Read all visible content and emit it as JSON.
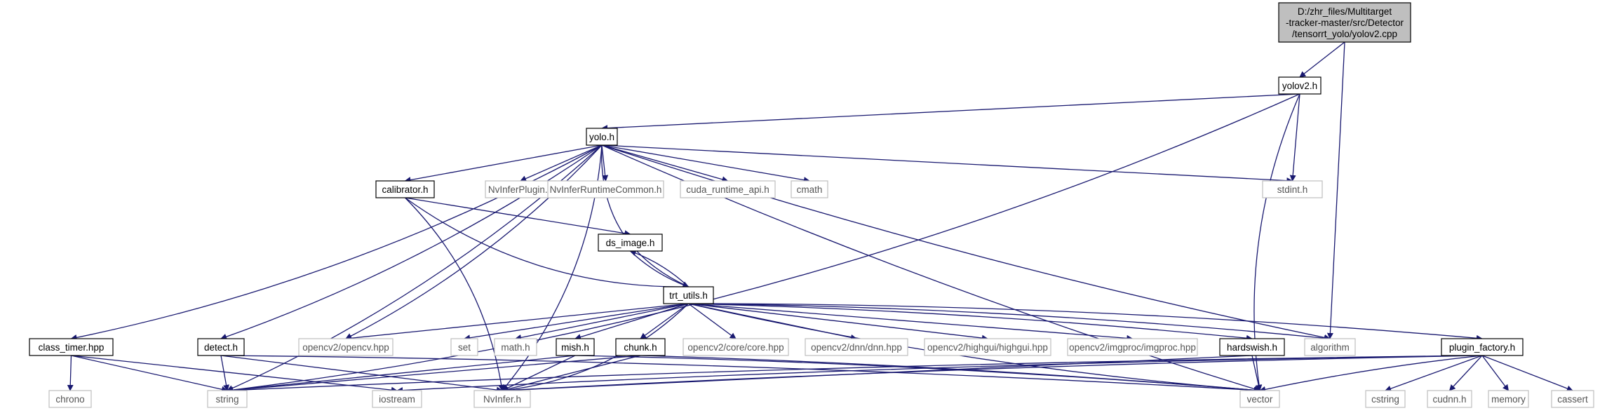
{
  "colors": {
    "edge": "#191970",
    "internal_border": "#000000",
    "external_border": "#bfbfbf",
    "root_fill": "#bfbfbf"
  },
  "nodes": [
    {
      "id": "root",
      "lines": [
        "D:/zhr_files/Multitarget",
        "-tracker-master/src/Detector",
        "/tensorrt_yolo/yolov2.cpp"
      ],
      "kind": "root"
    },
    {
      "id": "yolov2_h",
      "lines": [
        "yolov2.h"
      ],
      "kind": "internal"
    },
    {
      "id": "yolo_h",
      "lines": [
        "yolo.h"
      ],
      "kind": "internal"
    },
    {
      "id": "calibrator_h",
      "lines": [
        "calibrator.h"
      ],
      "kind": "internal"
    },
    {
      "id": "nvinferplugin_h",
      "lines": [
        "NvInferPlugin.h"
      ],
      "kind": "external"
    },
    {
      "id": "nvinferruntimecommon_h",
      "lines": [
        "NvInferRuntimeCommon.h"
      ],
      "kind": "external"
    },
    {
      "id": "cuda_runtime_api_h",
      "lines": [
        "cuda_runtime_api.h"
      ],
      "kind": "external"
    },
    {
      "id": "cmath",
      "lines": [
        "cmath"
      ],
      "kind": "external"
    },
    {
      "id": "stdint_h",
      "lines": [
        "stdint.h"
      ],
      "kind": "external"
    },
    {
      "id": "ds_image_h",
      "lines": [
        "ds_image.h"
      ],
      "kind": "internal"
    },
    {
      "id": "trt_utils_h",
      "lines": [
        "trt_utils.h"
      ],
      "kind": "internal"
    },
    {
      "id": "class_timer_hpp",
      "lines": [
        "class_timer.hpp"
      ],
      "kind": "internal"
    },
    {
      "id": "opencv_hpp",
      "lines": [
        "opencv2/opencv.hpp"
      ],
      "kind": "external"
    },
    {
      "id": "detect_h",
      "lines": [
        "detect.h"
      ],
      "kind": "internal"
    },
    {
      "id": "set",
      "lines": [
        "set"
      ],
      "kind": "external"
    },
    {
      "id": "math_h",
      "lines": [
        "math.h"
      ],
      "kind": "external"
    },
    {
      "id": "mish_h",
      "lines": [
        "mish.h"
      ],
      "kind": "internal"
    },
    {
      "id": "chunk_h",
      "lines": [
        "chunk.h"
      ],
      "kind": "internal"
    },
    {
      "id": "core_hpp",
      "lines": [
        "opencv2/core/core.hpp"
      ],
      "kind": "external"
    },
    {
      "id": "dnn_hpp",
      "lines": [
        "opencv2/dnn/dnn.hpp"
      ],
      "kind": "external"
    },
    {
      "id": "highgui_hpp",
      "lines": [
        "opencv2/highgui/highgui.hpp"
      ],
      "kind": "external"
    },
    {
      "id": "imgproc_hpp",
      "lines": [
        "opencv2/imgproc/imgproc.hpp"
      ],
      "kind": "external"
    },
    {
      "id": "hardswish_h",
      "lines": [
        "hardswish.h"
      ],
      "kind": "internal"
    },
    {
      "id": "algorithm",
      "lines": [
        "algorithm"
      ],
      "kind": "external"
    },
    {
      "id": "plugin_factory_h",
      "lines": [
        "plugin_factory.h"
      ],
      "kind": "internal"
    },
    {
      "id": "chrono",
      "lines": [
        "chrono"
      ],
      "kind": "external"
    },
    {
      "id": "string",
      "lines": [
        "string"
      ],
      "kind": "external"
    },
    {
      "id": "iostream",
      "lines": [
        "iostream"
      ],
      "kind": "external"
    },
    {
      "id": "nvinfer_h",
      "lines": [
        "NvInfer.h"
      ],
      "kind": "external"
    },
    {
      "id": "vector",
      "lines": [
        "vector"
      ],
      "kind": "external"
    },
    {
      "id": "cstring",
      "lines": [
        "cstring"
      ],
      "kind": "external"
    },
    {
      "id": "cudnn_h",
      "lines": [
        "cudnn.h"
      ],
      "kind": "external"
    },
    {
      "id": "memory",
      "lines": [
        "memory"
      ],
      "kind": "external"
    },
    {
      "id": "cassert",
      "lines": [
        "cassert"
      ],
      "kind": "external"
    }
  ],
  "edges": [
    [
      "root",
      "yolov2_h"
    ],
    [
      "root",
      "algorithm"
    ],
    [
      "yolov2_h",
      "yolo_h"
    ],
    [
      "yolov2_h",
      "string"
    ],
    [
      "yolov2_h",
      "stdint_h"
    ],
    [
      "yolov2_h",
      "vector"
    ],
    [
      "yolo_h",
      "calibrator_h"
    ],
    [
      "yolo_h",
      "nvinferplugin_h"
    ],
    [
      "yolo_h",
      "nvinferruntimecommon_h"
    ],
    [
      "yolo_h",
      "cuda_runtime_api_h"
    ],
    [
      "yolo_h",
      "cmath"
    ],
    [
      "yolo_h",
      "stdint_h"
    ],
    [
      "yolo_h",
      "trt_utils_h"
    ],
    [
      "yolo_h",
      "class_timer_hpp"
    ],
    [
      "yolo_h",
      "opencv_hpp"
    ],
    [
      "yolo_h",
      "detect_h"
    ],
    [
      "yolo_h",
      "string"
    ],
    [
      "yolo_h",
      "nvinfer_h"
    ],
    [
      "yolo_h",
      "algorithm"
    ],
    [
      "yolo_h",
      "vector"
    ],
    [
      "calibrator_h",
      "ds_image_h"
    ],
    [
      "calibrator_h",
      "trt_utils_h"
    ],
    [
      "calibrator_h",
      "nvinfer_h"
    ],
    [
      "ds_image_h",
      "trt_utils_h"
    ],
    [
      "trt_utils_h",
      "ds_image_h"
    ],
    [
      "trt_utils_h",
      "opencv_hpp"
    ],
    [
      "trt_utils_h",
      "set"
    ],
    [
      "trt_utils_h",
      "math_h"
    ],
    [
      "trt_utils_h",
      "mish_h"
    ],
    [
      "trt_utils_h",
      "chunk_h"
    ],
    [
      "trt_utils_h",
      "core_hpp"
    ],
    [
      "trt_utils_h",
      "dnn_hpp"
    ],
    [
      "trt_utils_h",
      "highgui_hpp"
    ],
    [
      "trt_utils_h",
      "imgproc_hpp"
    ],
    [
      "trt_utils_h",
      "hardswish_h"
    ],
    [
      "trt_utils_h",
      "algorithm"
    ],
    [
      "trt_utils_h",
      "plugin_factory_h"
    ],
    [
      "trt_utils_h",
      "nvinfer_h"
    ],
    [
      "trt_utils_h",
      "vector"
    ],
    [
      "class_timer_hpp",
      "chrono"
    ],
    [
      "class_timer_hpp",
      "string"
    ],
    [
      "class_timer_hpp",
      "iostream"
    ],
    [
      "detect_h",
      "string"
    ],
    [
      "detect_h",
      "nvinfer_h"
    ],
    [
      "detect_h",
      "vector"
    ],
    [
      "mish_h",
      "string"
    ],
    [
      "mish_h",
      "nvinfer_h"
    ],
    [
      "mish_h",
      "vector"
    ],
    [
      "chunk_h",
      "string"
    ],
    [
      "chunk_h",
      "nvinfer_h"
    ],
    [
      "chunk_h",
      "vector"
    ],
    [
      "hardswish_h",
      "nvinfer_h"
    ],
    [
      "hardswish_h",
      "vector"
    ],
    [
      "plugin_factory_h",
      "string"
    ],
    [
      "plugin_factory_h",
      "iostream"
    ],
    [
      "plugin_factory_h",
      "nvinfer_h"
    ],
    [
      "plugin_factory_h",
      "vector"
    ],
    [
      "plugin_factory_h",
      "cstring"
    ],
    [
      "plugin_factory_h",
      "cudnn_h"
    ],
    [
      "plugin_factory_h",
      "memory"
    ],
    [
      "plugin_factory_h",
      "cassert"
    ]
  ]
}
